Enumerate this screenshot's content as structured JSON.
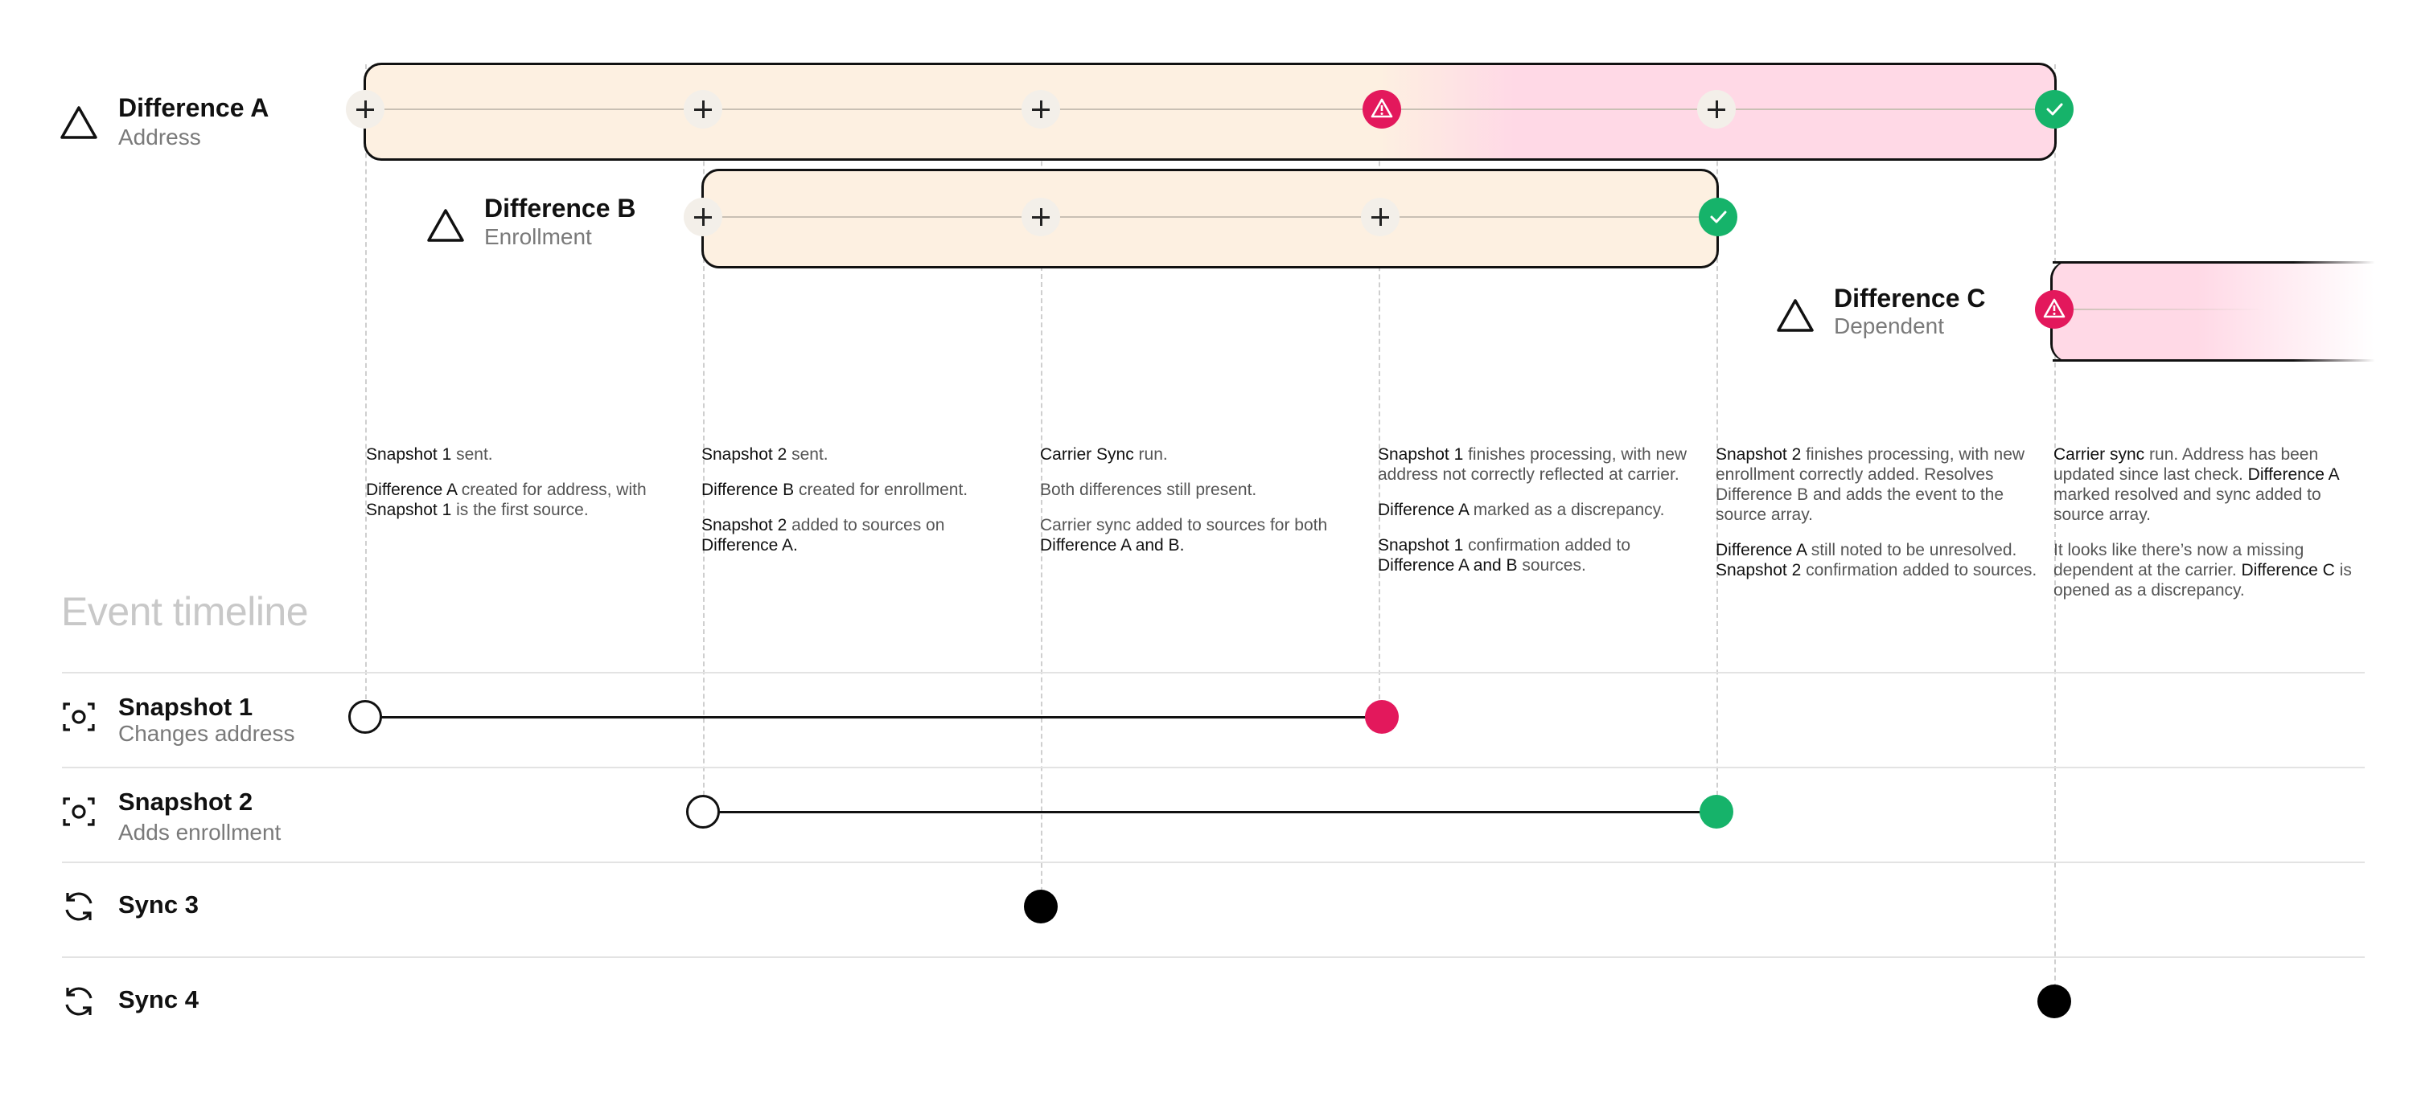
{
  "differences": [
    {
      "title": "Difference A",
      "subtitle": "Address"
    },
    {
      "title": "Difference B",
      "subtitle": "Enrollment"
    },
    {
      "title": "Difference C",
      "subtitle": "Dependent"
    }
  ],
  "notes": [
    [
      [
        {
          "t": "Snapshot 1",
          "b": true
        },
        {
          "t": " sent."
        }
      ],
      [
        {
          "t": "Difference A",
          "b": true
        },
        {
          "t": " created for address, with "
        },
        {
          "t": "Snapshot 1",
          "b": true
        },
        {
          "t": " is the first source."
        }
      ]
    ],
    [
      [
        {
          "t": "Snapshot 2",
          "b": true
        },
        {
          "t": " sent."
        }
      ],
      [
        {
          "t": "Difference B",
          "b": true
        },
        {
          "t": " created for enrollment."
        }
      ],
      [
        {
          "t": "Snapshot 2",
          "b": true
        },
        {
          "t": " added to sources on "
        },
        {
          "t": "Difference A.",
          "b": true
        }
      ]
    ],
    [
      [
        {
          "t": "Carrier Sync",
          "b": true
        },
        {
          "t": " run."
        }
      ],
      [
        {
          "t": "Both differences still present."
        }
      ],
      [
        {
          "t": "Carrier sync added to sources for both "
        },
        {
          "t": "Difference A and B.",
          "b": true
        }
      ]
    ],
    [
      [
        {
          "t": "Snapshot 1",
          "b": true
        },
        {
          "t": " finishes processing, with new address not correctly reflected at carrier."
        }
      ],
      [
        {
          "t": "Difference A",
          "b": true
        },
        {
          "t": " marked as a discrepancy."
        }
      ],
      [
        {
          "t": "Snapshot 1",
          "b": true
        },
        {
          "t": " confirmation added to "
        },
        {
          "t": "Difference A and B",
          "b": true
        },
        {
          "t": " sources."
        }
      ]
    ],
    [
      [
        {
          "t": "Snapshot 2",
          "b": true
        },
        {
          "t": " finishes processing, with new enrollment correctly added. Resolves Difference B and adds the event to the source array."
        }
      ],
      [
        {
          "t": "Difference A",
          "b": true
        },
        {
          "t": " still noted to be unresolved. "
        },
        {
          "t": "Snapshot 2",
          "b": true
        },
        {
          "t": " confirmation added to sources."
        }
      ]
    ],
    [
      [
        {
          "t": "Carrier sync",
          "b": true
        },
        {
          "t": " run. Address has been updated since last check. "
        },
        {
          "t": "Difference A",
          "b": true
        },
        {
          "t": " marked resolved and sync added to source array."
        }
      ],
      [
        {
          "t": "It looks like there’s now a missing dependent at the carrier. "
        },
        {
          "t": "Difference C",
          "b": true
        },
        {
          "t": " is opened as a discrepancy."
        }
      ]
    ]
  ],
  "timeline_title": "Event timeline",
  "rows": [
    {
      "title": "Snapshot 1",
      "subtitle": "Changes address",
      "icon": "camera-scan-icon"
    },
    {
      "title": "Snapshot 2",
      "subtitle": "Adds enrollment",
      "icon": "camera-scan-icon"
    },
    {
      "title": "Sync 3",
      "subtitle": "",
      "icon": "sync-icon"
    },
    {
      "title": "Sync 4",
      "subtitle": "",
      "icon": "sync-icon"
    }
  ],
  "colors": {
    "pending": "#fdf0e1",
    "discrepancy": "#ffd9e6",
    "warning": "#e3185c",
    "resolved": "#16b36a",
    "ink": "#111111"
  }
}
